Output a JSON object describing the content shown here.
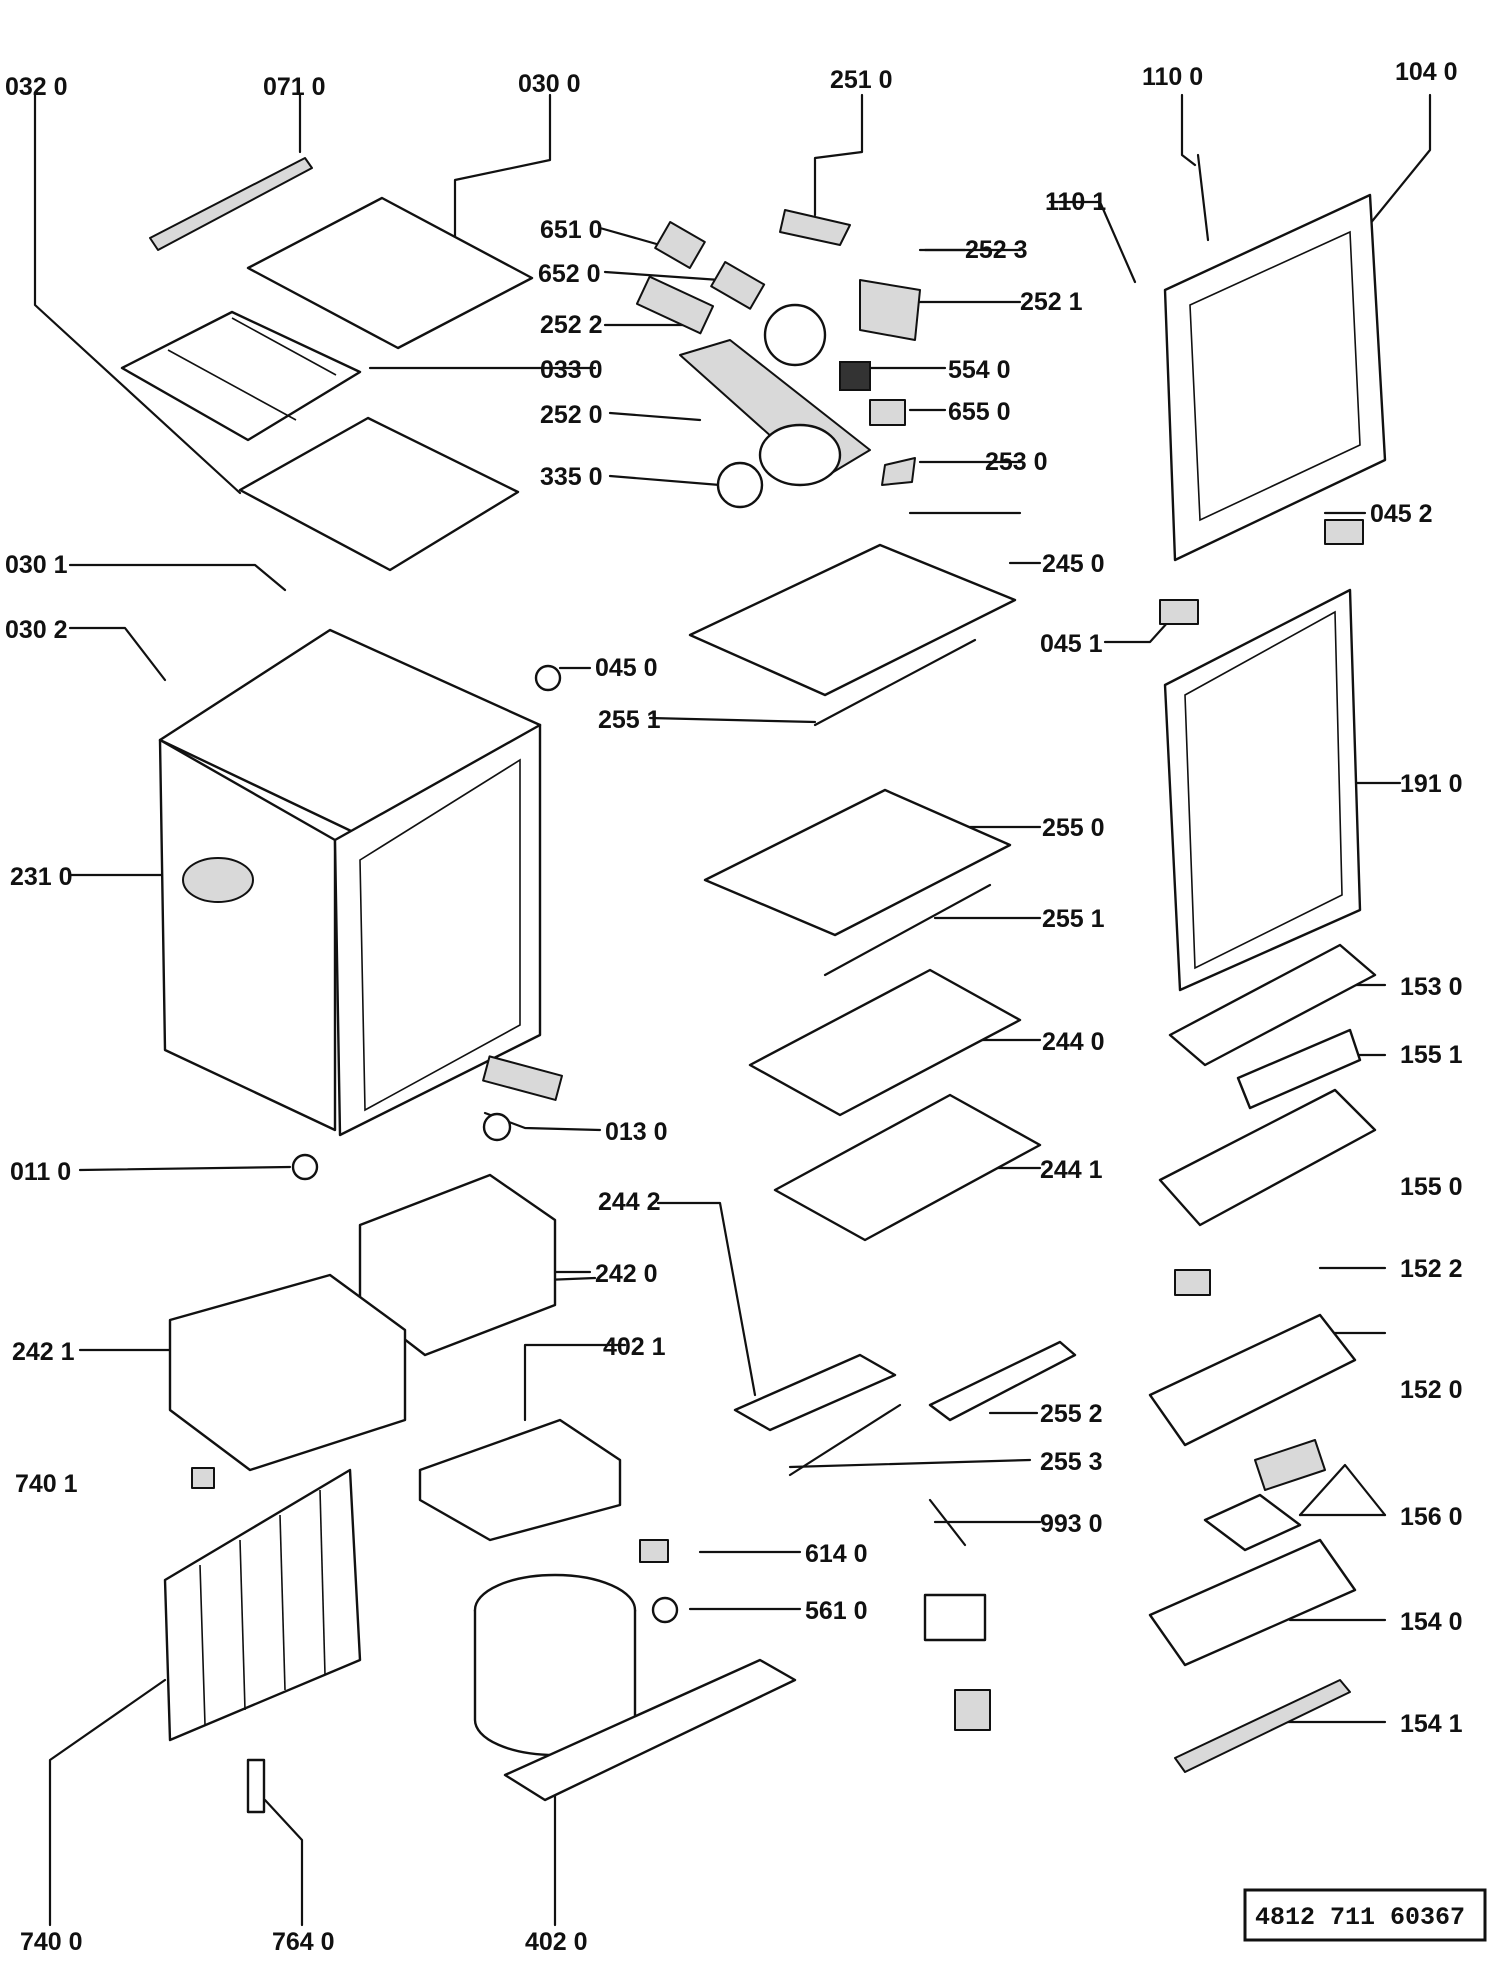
{
  "labels": {
    "p0320": "032 0",
    "p0710": "071 0",
    "p0300": "030 0",
    "p2510": "251 0",
    "p1100": "110 0",
    "p1040": "104 0",
    "p6510": "651 0",
    "p6520": "652 0",
    "p2522": "252 2",
    "p2523": "252 3",
    "p2521": "252 1",
    "p1101": "110 1",
    "p0330": "033 0",
    "p5540": "554 0",
    "p2520": "252 0",
    "p6550": "655 0",
    "p3350": "335 0",
    "p2530": "253 0",
    "p0452": "045 2",
    "p0301": "030 1",
    "p2450": "245 0",
    "p0302": "030 2",
    "p0451": "045 1",
    "p0450": "045 0",
    "p2551a": "255 1",
    "p1910": "191 0",
    "p2550": "255 0",
    "p2310": "231 0",
    "p2551b": "255 1",
    "p1530": "153 0",
    "p2440": "244 0",
    "p1551": "155 1",
    "p0130": "013 0",
    "p0110": "011 0",
    "p2441": "244 1",
    "p2442": "244 2",
    "p1550": "155 0",
    "p2420": "242 0",
    "p1522": "152 2",
    "p2421": "242 1",
    "p4021": "402 1",
    "p1520": "152 0",
    "p2552": "255 2",
    "p7401": "740 1",
    "p2553": "255 3",
    "p1560": "156 0",
    "p9930": "993 0",
    "p6140": "614 0",
    "p5610": "561 0",
    "p1540": "154 0",
    "p1541": "154 1",
    "p7400": "740 0",
    "p7640": "764 0",
    "p4020": "402 0"
  },
  "document_number": "4812 711 60367"
}
